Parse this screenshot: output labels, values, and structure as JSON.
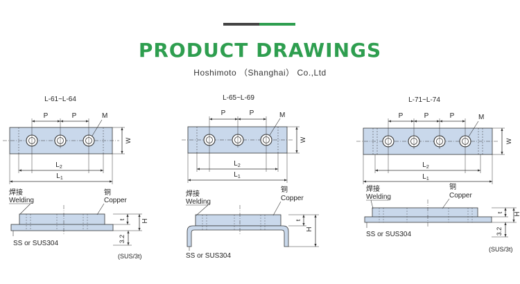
{
  "header": {
    "title": "PRODUCT DRAWINGS",
    "subtitle": "Hoshimoto （Shanghai） Co.,Ltd"
  },
  "colors": {
    "accent": "#2e9e4f",
    "part_fill": "#c9d8eb",
    "line": "#333333"
  },
  "labels": {
    "P": "P",
    "M": "M",
    "W": "W",
    "L1": "L",
    "L1_sub": "1",
    "L2": "L",
    "L2_sub": "2",
    "t": "t",
    "H": "H",
    "welding_cn": "焊接",
    "welding_en": "Welding",
    "copper_cn": "铜",
    "copper_en": "Copper",
    "steel": "SS or SUS304",
    "dim_32": "3.2",
    "sus": "(SUS/3t)"
  },
  "drawings": [
    {
      "series": "L-61~L-64"
    },
    {
      "series": "L-65~L-69"
    },
    {
      "series": "L-71~L-74"
    }
  ]
}
